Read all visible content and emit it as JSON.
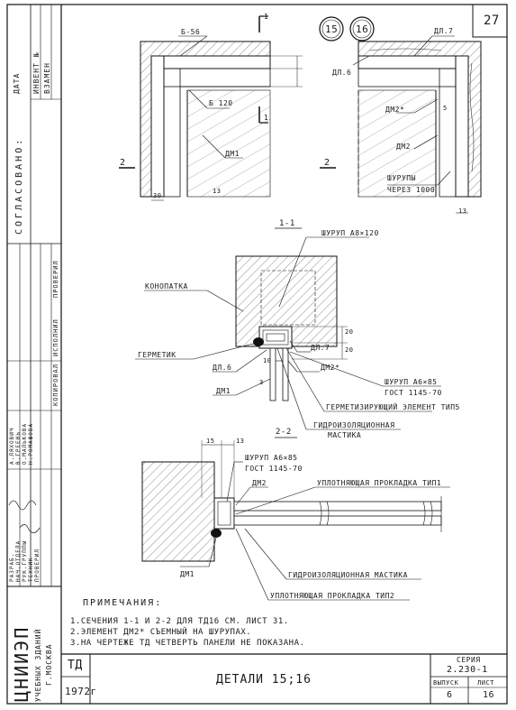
{
  "sheet": {
    "number": "27",
    "detail_marks": [
      "15",
      "16"
    ]
  },
  "side_stamp": {
    "header": [
      "ДАТА",
      "ИНВЕНТ №",
      "ВЗАМЕН"
    ],
    "agreed": "СОГЛАСОВАНО:",
    "columns": [
      "КОПИРОВАЛ",
      "ИСПОЛНИЛ",
      "ПРОВЕРИЛ"
    ],
    "roles": [
      "РАЗРАБ.",
      "НАЧ.ОТДЕЛА",
      "РУК.ГРУППЫ",
      "ТЕХНИК",
      "ПРОВЕРИЛ"
    ],
    "names": [
      "А.ЛЯХОВИЧ",
      "В.ГРЕЕНЬ",
      "О.МАЛЬКОВА",
      "Н.РОМАШОВА"
    ],
    "org_main": "ЦНИИЭП",
    "org_sub": "УЧЕБНЫХ ЗДАНИЙ",
    "city": "Г.МОСКВА"
  },
  "drawing": {
    "plan_labels": {
      "b56": "Б-56",
      "b120": "Б 120",
      "dm1": "ДМ1",
      "dm2": "ДМ2",
      "dm2star": "ДМ2*",
      "dl6": "ДЛ.6",
      "dl7": "ДЛ.7",
      "screws": "ШУРУПЫ",
      "step": "ЧЕРЕЗ 1000",
      "cut": "1",
      "cut2": "2",
      "dim30": "30",
      "dim13": "13",
      "dim5": "5"
    },
    "section1": {
      "title": "1-1",
      "screw": "ШУРУП А8×120",
      "caulk": "КОНОПАТКА",
      "sealant": "ГЕРМЕТИК",
      "dl6": "ДЛ.6",
      "dl7": "ДЛ.7",
      "dm1": "ДМ1",
      "dm2star": "ДМ2*",
      "screw2": "ШУРУП А6×85",
      "gost": "ГОСТ 1145-70",
      "seal": "ГЕРМЕТИЗИРУЮЩИЙ ЭЛЕМЕНТ ТИП5",
      "mastic1": "ГИДРОИЗОЛЯЦИОННАЯ",
      "mastic2": "МАСТИКА",
      "d20a": "20",
      "d20b": "20",
      "d10": "10",
      "d3": "3"
    },
    "section2": {
      "title": "2-2",
      "d15": "15",
      "d13": "13",
      "screw": "ШУРУП А6×85",
      "gost": "ГОСТ 1145-70",
      "dm2": "ДМ2",
      "gasket1": "УПЛОТНЯЮЩАЯ ПРОКЛАДКА ТИП1",
      "dm1": "ДМ1",
      "mastic": "ГИДРОИЗОЛЯЦИОННАЯ МАСТИКА",
      "gasket2": "УПЛОТНЯЮЩАЯ ПРОКЛАДКА ТИП2"
    }
  },
  "notes": {
    "heading": "ПРИМЕЧАНИЯ:",
    "lines": [
      "1.СЕЧЕНИЯ 1-1 И 2-2 ДЛЯ ТД16  СМ. ЛИСТ 31.",
      "2.ЭЛЕМЕНТ ДМ2*  СЪЕМНЫЙ НА ШУРУПАХ.",
      "3.НА ЧЕРТЕЖЕ ТД  ЧЕТВЕРТЬ ПАНЕЛИ НЕ ПОКАЗАНА."
    ]
  },
  "title_block": {
    "code": "ТД",
    "year": "1972г",
    "title": "ДЕТАЛИ  15;16",
    "series_label": "СЕРИЯ",
    "series": "2.230-1",
    "issue_label": "ВЫПУСК",
    "issue": "6",
    "sheet_label": "ЛИСТ",
    "sheet": "16"
  }
}
